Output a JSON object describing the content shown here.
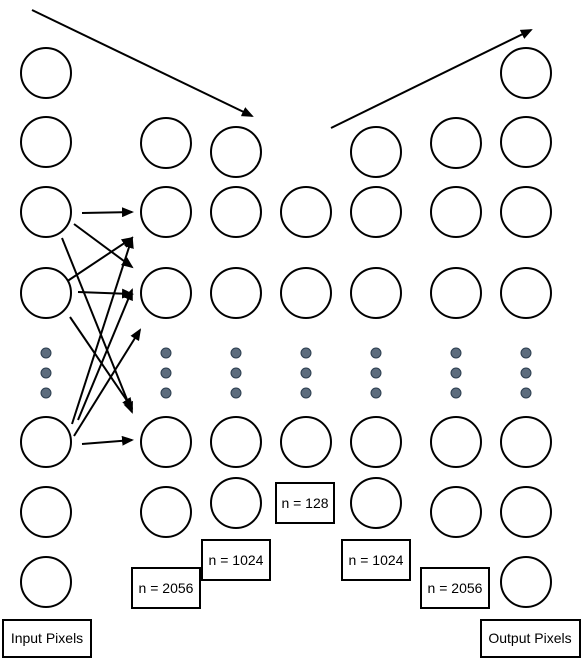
{
  "labels": {
    "input": "Input Pixels",
    "output": "Output Pixels",
    "layer1": "n = 2056",
    "layer2": "n = 1024",
    "bottleneck": "n = 128",
    "layer4": "n = 1024",
    "layer5": "n = 2056"
  },
  "style": {
    "stroke": "#000000",
    "fill": "#ffffff",
    "dot_fill": "#5d6d7e",
    "dot_stroke": "#2c3e50"
  }
}
